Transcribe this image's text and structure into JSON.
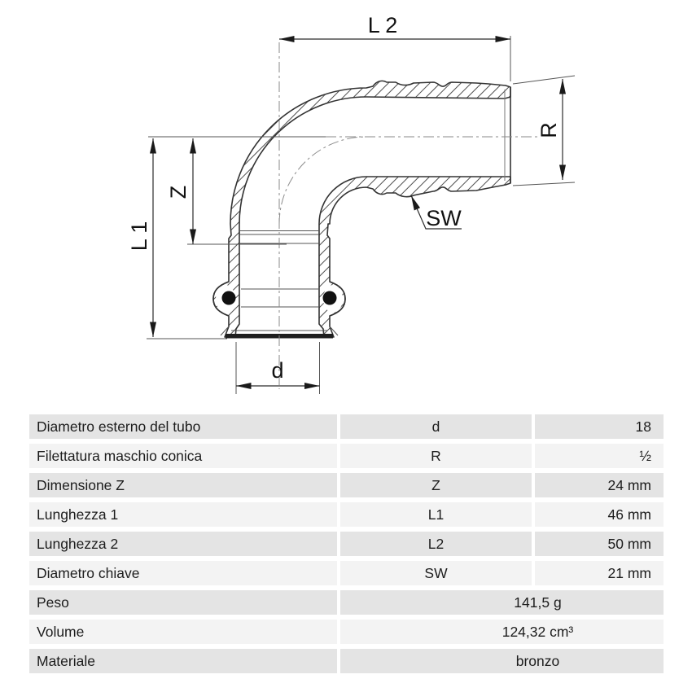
{
  "drawing": {
    "dimension_labels": {
      "l2": "L 2",
      "r": "R",
      "z": "Z",
      "l1": "L 1",
      "sw": "SW",
      "d": "d"
    }
  },
  "table": {
    "rows": [
      {
        "label": "Diametro esterno del tubo",
        "symbol": "d",
        "value": "18",
        "merged": false
      },
      {
        "label": "Filettatura maschio conica",
        "symbol": "R",
        "value": "½",
        "merged": false
      },
      {
        "label": "Dimensione Z",
        "symbol": "Z",
        "value": "24 mm",
        "merged": false
      },
      {
        "label": "Lunghezza 1",
        "symbol": "L1",
        "value": "46 mm",
        "merged": false
      },
      {
        "label": "Lunghezza 2",
        "symbol": "L2",
        "value": "50 mm",
        "merged": false
      },
      {
        "label": "Diametro chiave",
        "symbol": "SW",
        "value": "21 mm",
        "merged": false
      },
      {
        "label": "Peso",
        "value": "141,5 g",
        "merged": true
      },
      {
        "label": "Volume",
        "value": "124,32 cm³",
        "merged": true
      },
      {
        "label": "Materiale",
        "value": "bronzo",
        "merged": true
      }
    ],
    "colors": {
      "row_dark": "#e4e4e4",
      "row_light": "#f3f3f3",
      "text": "#1d1d1d"
    }
  }
}
